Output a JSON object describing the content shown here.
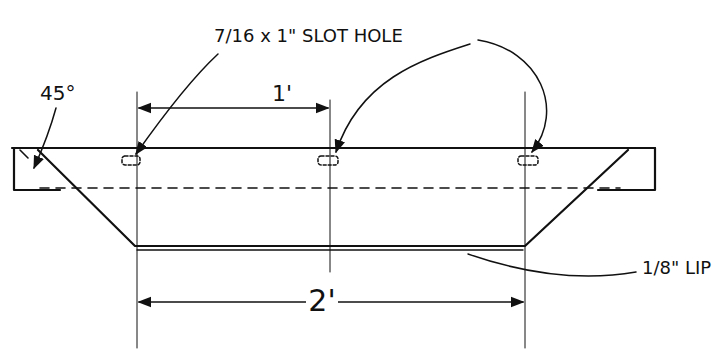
{
  "diagram": {
    "labels": [
      "45°",
      "7/16 x 1\" SLOT HOLE",
      "1'",
      "2'",
      "1/8\" LIP"
    ]
  }
}
